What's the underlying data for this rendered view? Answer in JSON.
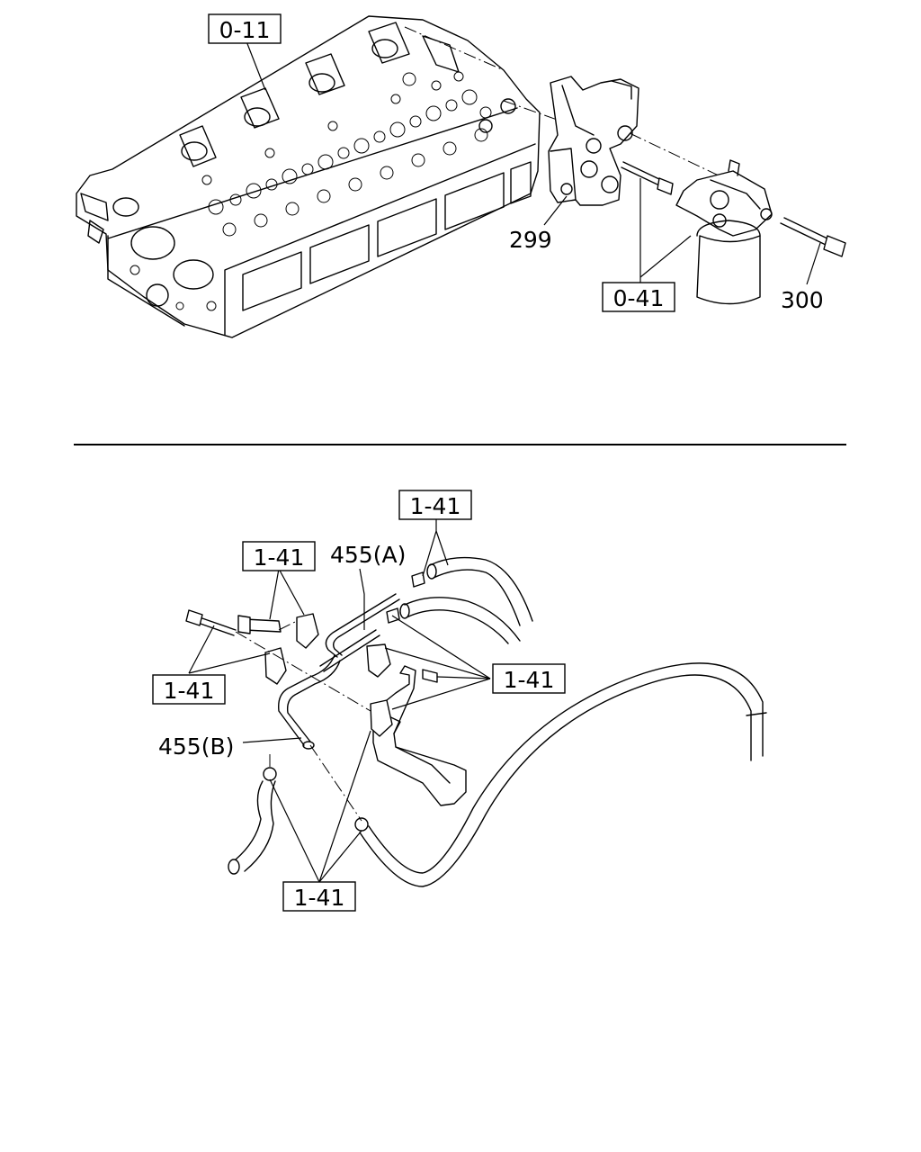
{
  "references": {
    "cylinder_head": "0-11",
    "fuel_filter": "0-41",
    "hose_top": "1-41",
    "clip_upper": "1-41",
    "bolt_clip_left": "1-41",
    "clamps_right": "1-41",
    "clamps_bottom": "1-41"
  },
  "part_numbers": {
    "bracket": "299",
    "bolt": "300",
    "pipe_a": "455(A)",
    "pipe_b": "455(B)"
  }
}
